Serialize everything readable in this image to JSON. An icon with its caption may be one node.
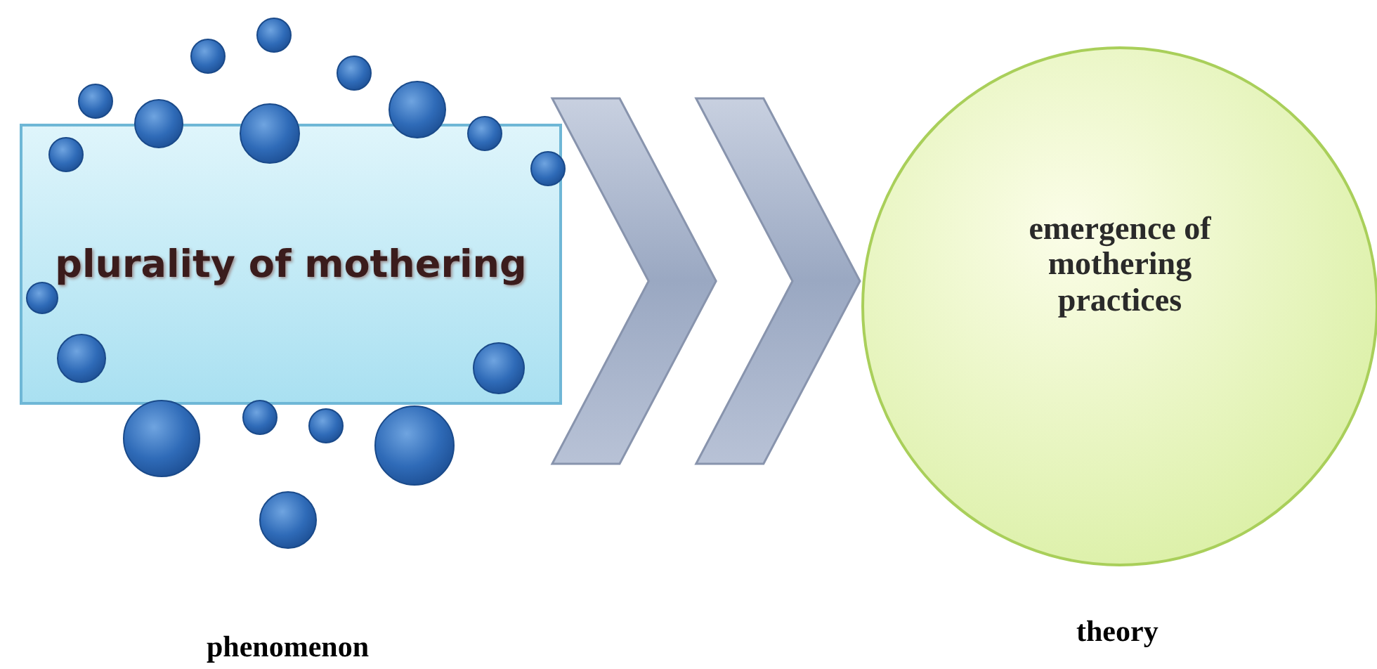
{
  "diagram": {
    "nodes": [
      {
        "text": [
          "plurality of mothering"
        ]
      },
      {
        "text": [
          "emergence of mothering practices"
        ]
      }
    ],
    "edges": [
      {
        "from": 0,
        "to": 1,
        "arrow": "to"
      }
    ],
    "labels": [
      "phenomenon",
      "theory"
    ]
  }
}
